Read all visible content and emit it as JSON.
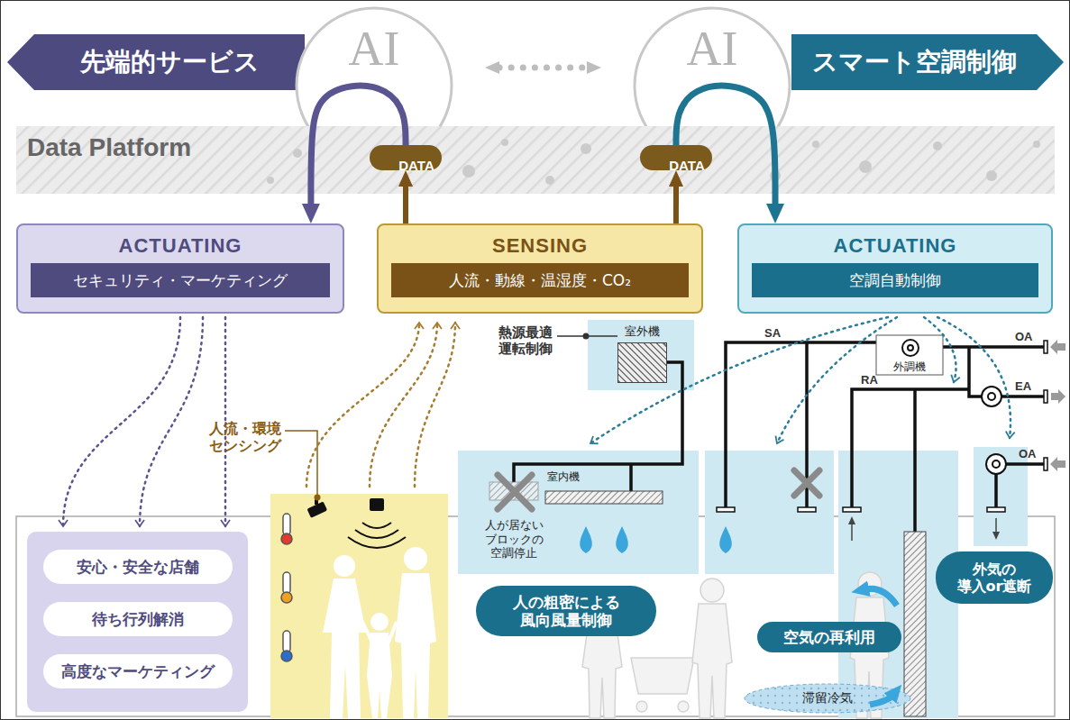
{
  "diagram": {
    "nodes": [
      {
        "text": [
          "先端的サービス"
        ]
      },
      {
        "text": [
          "AI"
        ]
      },
      {
        "text": [
          "AI"
        ]
      },
      {
        "text": [
          "スマート空調制御"
        ]
      },
      {
        "text": [
          "Data Platform"
        ]
      },
      {
        "text": [
          "DATA"
        ],
        "in": 4
      },
      {
        "text": [
          "DATA"
        ],
        "in": 4
      },
      {
        "text": [
          "ACTUATING",
          "セキュリティ・マーケティング"
        ]
      },
      {
        "text": [
          "SENSING",
          "人流・動線・温湿度・CO₂"
        ]
      },
      {
        "text": [
          "ACTUATING",
          "空調自動制御"
        ]
      },
      {
        "text": [
          "安心・安全な店舗"
        ]
      },
      {
        "text": [
          "待ち行列解消"
        ]
      },
      {
        "text": [
          "高度なマーケティング"
        ]
      },
      {
        "text": [
          "室外機"
        ]
      },
      {
        "text": [
          "人の粗密による 風向風量制御"
        ]
      },
      {
        "text": [
          "空気の再利用"
        ]
      },
      {
        "text": [
          "外気の 導入or遮断"
        ]
      },
      {
        "text": [
          "外調機"
        ]
      }
    ],
    "edges": [
      {
        "from": 8,
        "to": 5,
        "arrow": "to"
      },
      {
        "from": 8,
        "to": 6,
        "arrow": "to"
      },
      {
        "from": 5,
        "to": 7,
        "arrow": "to"
      },
      {
        "from": 6,
        "to": 9,
        "arrow": "to"
      },
      {
        "from": 1,
        "to": 2,
        "arrow": "both"
      }
    ],
    "labels": [
      "熱源最適 運転制御",
      "人流・環境 センシング",
      "室内機",
      "人が居ない ブロックの 空調停止",
      "SA",
      "RA",
      "OA",
      "EA",
      "OA",
      "滞留冷気"
    ]
  }
}
